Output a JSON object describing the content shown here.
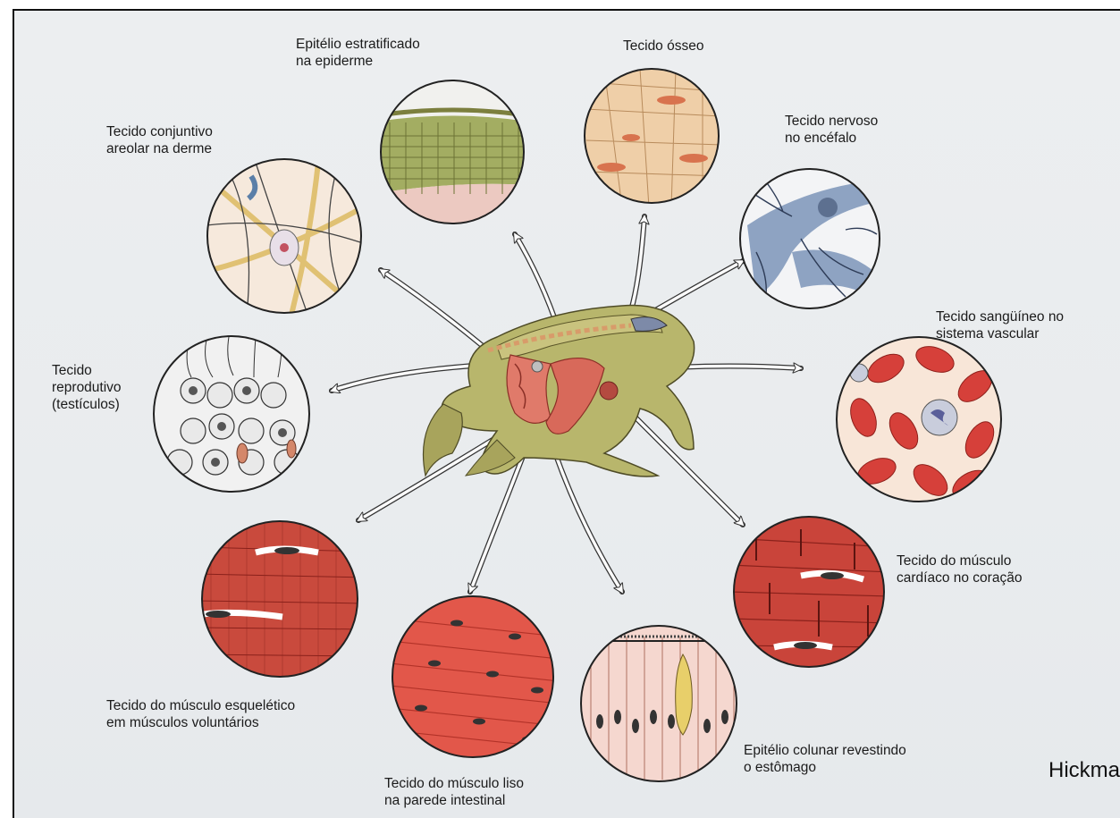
{
  "labels": {
    "epitelio": "Epitélio estratificado\nna epiderme",
    "osseo": "Tecido ósseo",
    "nervoso": "Tecido nervoso\nno encéfalo",
    "conjuntivo": "Tecido conjuntivo\nareolar na derme",
    "sanguineo": "Tecido sangüíneo no\nsistema vascular",
    "reprodutivo": "Tecido\nreprodutivo\n(testículos)",
    "cardiaco": "Tecido do músculo\ncardíaco no coração",
    "esqueletico": "Tecido do músculo esquelético\nem músculos voluntários",
    "liso": "Tecido do músculo liso\nna parede intestinal",
    "colunar": "Epitélio colunar revestindo\no estômago"
  },
  "credit": "Hickma",
  "colors": {
    "muscle_red": "#c9443a",
    "muscle_light": "#e07a6a",
    "blood_red": "#d6403a",
    "nerve_blue": "#6f86a8",
    "epithelium_green": "#a3ad62",
    "frog_green": "#b8b66c",
    "bone_tan": "#efcfa8"
  }
}
